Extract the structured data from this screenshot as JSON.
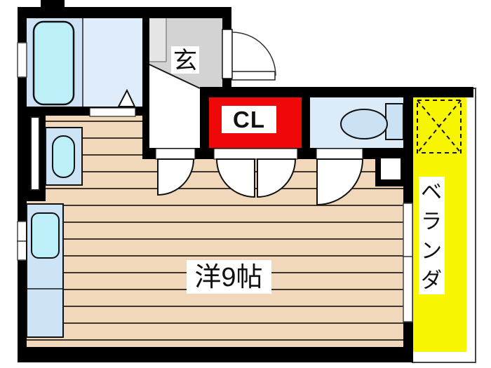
{
  "floorplan": {
    "type": "apartment-floor-plan",
    "labels": {
      "entrance": "玄",
      "closet": "CL",
      "main_room": "洋9帖",
      "balcony": "ベランダ"
    },
    "balcony_chars": [
      "ベ",
      "ラ",
      "ン",
      "ダ"
    ],
    "colors": {
      "wall": "#000000",
      "closet": "#ee0808",
      "balcony": "#f8f500",
      "floor": "#f2d8ba",
      "floor_line": "#3c362e",
      "bathroom_left": "#cde2f5",
      "bathroom_right": "#dfecf9",
      "toilet_room": "#dcebf8",
      "fixture_blue": "#cde4f7",
      "water_cyan": "#bceff7",
      "entrance_gray": "#d3d3d3",
      "entrance_step_gray": "#e5e5e5"
    },
    "fixture_icons": [
      "bathtub-icon",
      "washbasin-icon",
      "kitchen-sink-icon",
      "toilet-icon",
      "entrance-door-swing-icon",
      "room-door-swing-icon",
      "closet-double-door-icon",
      "toilet-door-swing-icon",
      "folding-door-triangle-icon",
      "window-icon",
      "balcony-storage-x-icon"
    ]
  }
}
